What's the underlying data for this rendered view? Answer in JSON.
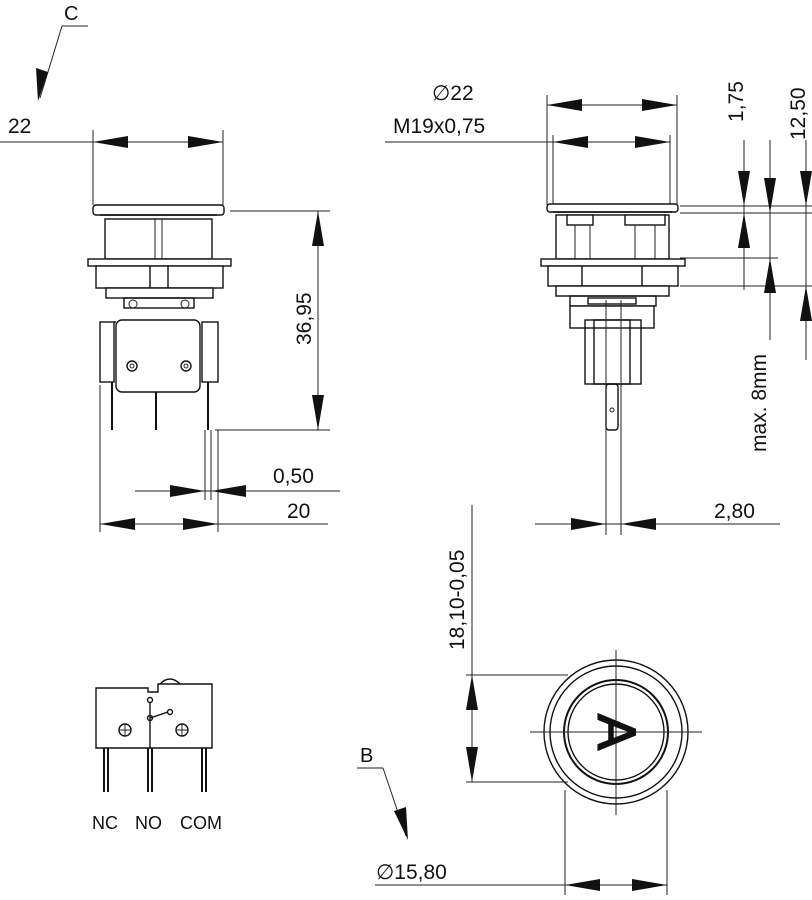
{
  "labels": {
    "view_c": "C",
    "view_b": "B",
    "width_22": "22",
    "dia_22": "∅22",
    "thread": "M19x0,75",
    "dim_1_75": "1,75",
    "dim_12_50": "12,50",
    "height_36_95": "36,95",
    "dim_0_50": "0,50",
    "dim_20": "20",
    "dim_2_80": "2,80",
    "max_8mm": "max. 8mm",
    "dim_18_10": "18,10-0,05",
    "dia_15_80": "∅15,80",
    "cap_letter": "A",
    "pin_nc": "NC",
    "pin_no": "NO",
    "pin_com": "COM"
  }
}
